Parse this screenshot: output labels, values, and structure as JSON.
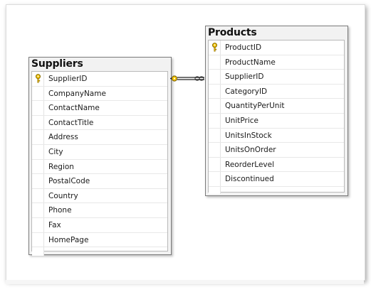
{
  "tables": [
    {
      "title": "Suppliers",
      "columns": [
        "SupplierID",
        "CompanyName",
        "ContactName",
        "ContactTitle",
        "Address",
        "City",
        "Region",
        "PostalCode",
        "Country",
        "Phone",
        "Fax",
        "HomePage"
      ],
      "primary_key": "SupplierID"
    },
    {
      "title": "Products",
      "columns": [
        "ProductID",
        "ProductName",
        "SupplierID",
        "CategoryID",
        "QuantityPerUnit",
        "UnitPrice",
        "UnitsInStock",
        "UnitsOnOrder",
        "ReorderLevel",
        "Discontinued"
      ],
      "primary_key": "ProductID"
    }
  ],
  "relationship": {
    "from": "Suppliers",
    "to": "Products",
    "one_end_icon": "key-icon",
    "many_end_icon": "infinity-icon"
  },
  "colors": {
    "key_fill": "#f3c400",
    "key_stroke": "#8a6d00",
    "connector": "#222222"
  }
}
